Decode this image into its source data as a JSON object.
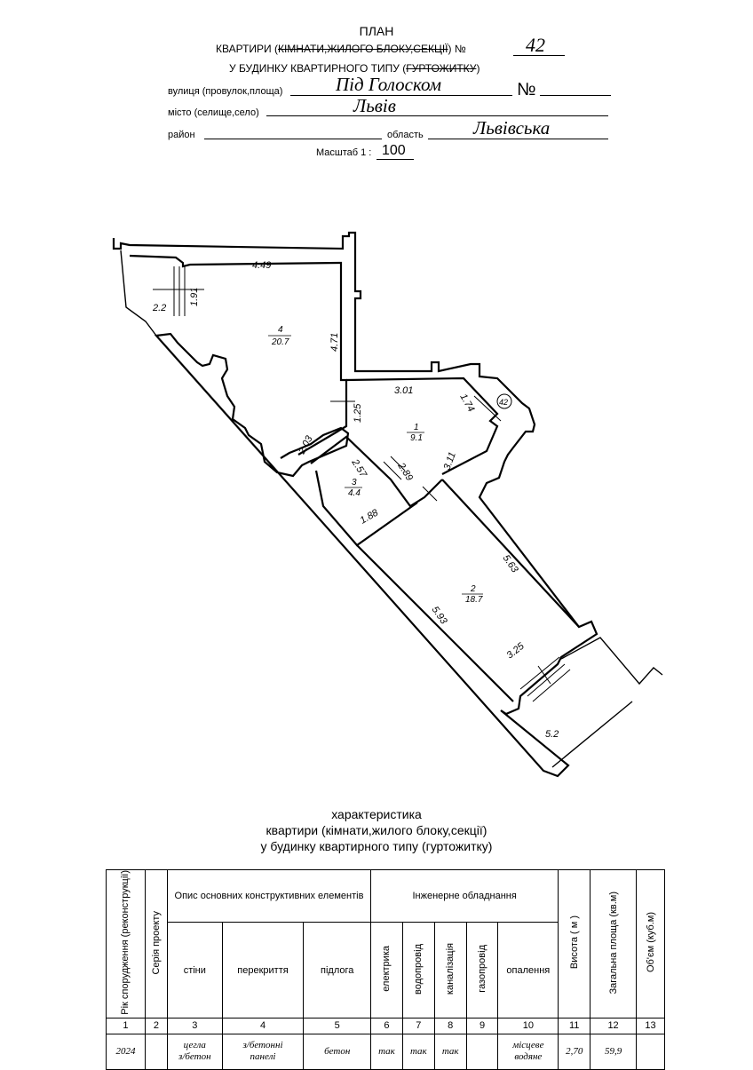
{
  "header": {
    "plan": "ПЛАН",
    "line1_prefix": "КВАРТИРИ (",
    "line1_strike": "КІМНАТИ,ЖИЛОГО БЛОКУ,СЕКЦІЇ",
    "line1_suffix": ") №",
    "apt_number": "42",
    "line2_prefix": "У БУДИНКУ КВАРТИРНОГО ТИПУ (",
    "line2_strike": "ГУРТОЖИТКУ",
    "line2_suffix": ")",
    "street_label": "вулиця (провулок,площа)",
    "street_value": "Під Голоском",
    "number_label": "№",
    "city_label": "місто (селище,село)",
    "city_value": "Львів",
    "district_label": "район",
    "region_label": "область",
    "region_value": "Львівська",
    "scale_label": "Масштаб 1 :",
    "scale_value": "100"
  },
  "plan": {
    "rooms": [
      {
        "number": "4",
        "area": "20.7"
      },
      {
        "number": "1",
        "area": "9.1"
      },
      {
        "number": "3",
        "area": "4.4"
      },
      {
        "number": "2",
        "area": "18.7"
      }
    ],
    "dimensions": [
      "4.49",
      "1.91",
      "2.2",
      "4.71",
      "3.01",
      "1.74",
      "1.25",
      "2.03",
      "2.57",
      "2.89",
      "3.11",
      "1.88",
      "5.63",
      "5.93",
      "3.25",
      "5.2"
    ],
    "stair_mark": "42"
  },
  "characteristics": {
    "title1": "характеристика",
    "title2": "квартири (кімнати,жилого блоку,секції)",
    "title3": "у будинку квартирного типу (гуртожитку)",
    "headers": {
      "year": "Рік спорудження (реконструкції)",
      "series": "Серія проекту",
      "construct_group": "Опис основних конструктивних елементів",
      "walls": "стіни",
      "floors_over": "перекриття",
      "floor": "підлога",
      "eng_group": "Інженерне обладнання",
      "electric": "електрика",
      "water": "водопровід",
      "sewer": "каналізація",
      "gas": "газопровід",
      "heating": "опалення",
      "height": "Висота ( м )",
      "area": "Загальна площа (кв.м)",
      "volume": "Об'єм (куб.м)"
    },
    "col_numbers": [
      "1",
      "2",
      "3",
      "4",
      "5",
      "6",
      "7",
      "8",
      "9",
      "10",
      "11",
      "12",
      "13"
    ],
    "row": {
      "year": "2024",
      "series": "",
      "walls_1": "цегла",
      "walls_2": "з/бетон",
      "floors_over_1": "з/бетонні",
      "floors_over_2": "панелі",
      "floor": "бетон",
      "electric": "так",
      "water": "так",
      "sewer": "так",
      "gas": "",
      "heating_1": "місцеве",
      "heating_2": "водяне",
      "height": "2,70",
      "area": "59,9",
      "volume": ""
    }
  }
}
